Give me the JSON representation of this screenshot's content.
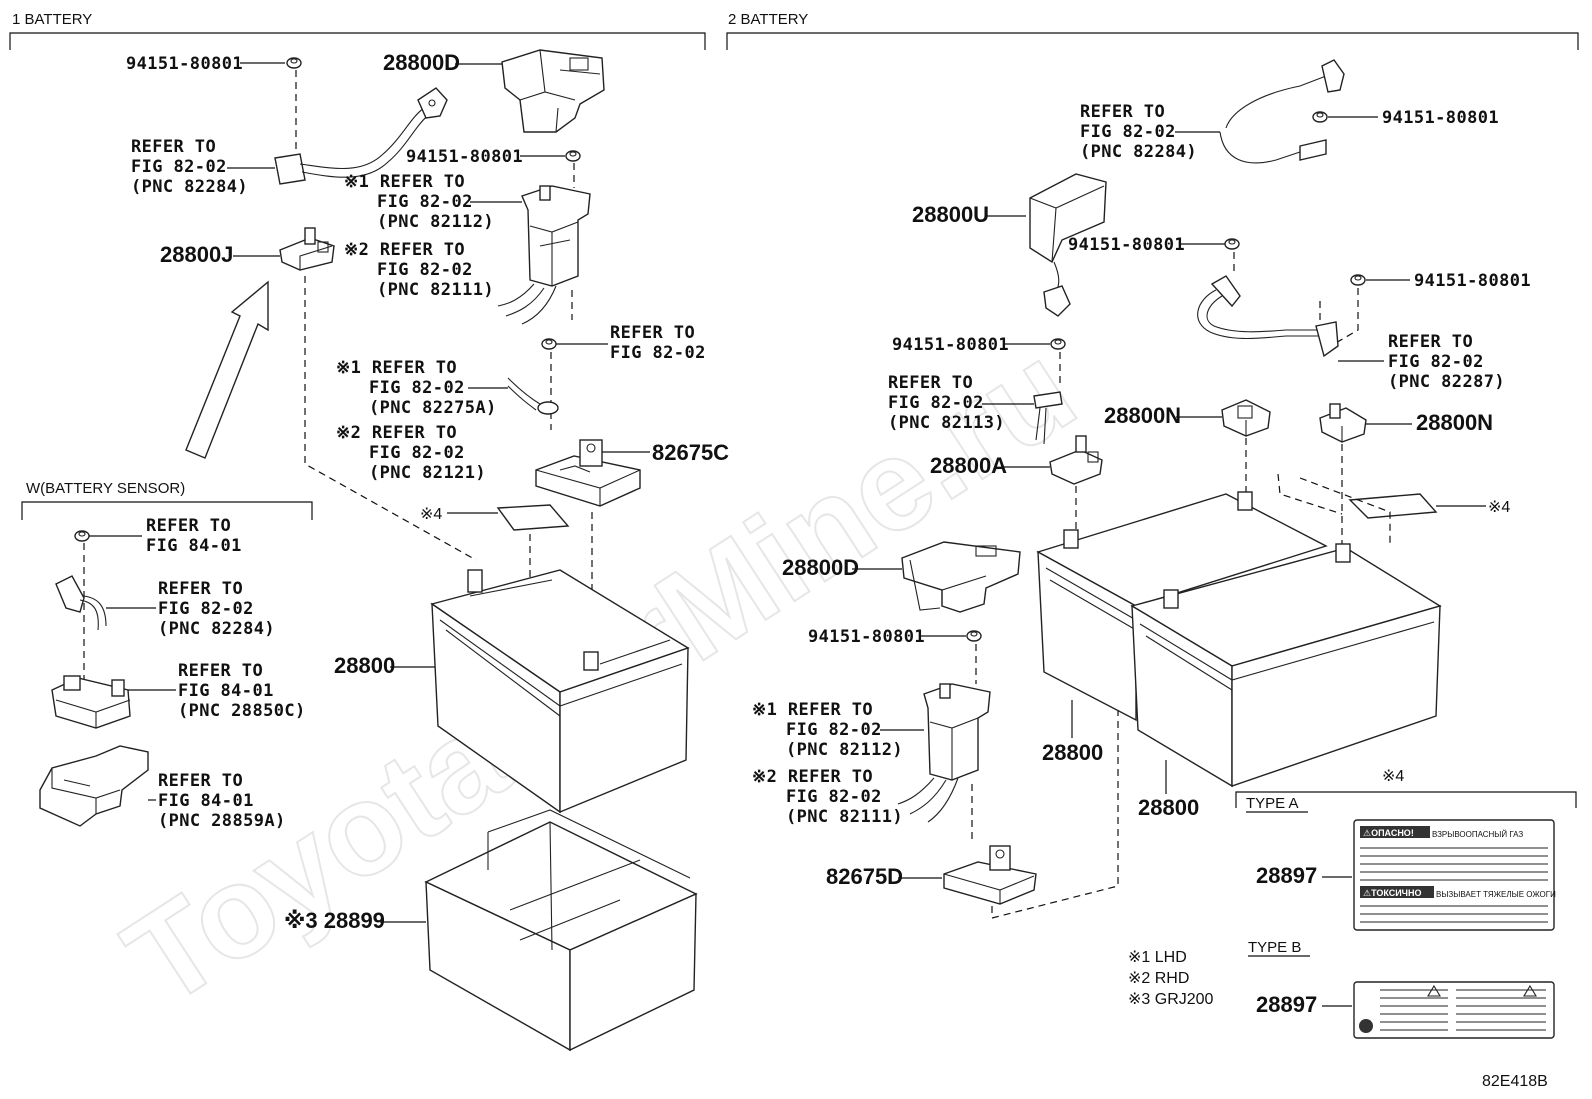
{
  "sections": {
    "battery_1": "1 BATTERY",
    "battery_2": "2 BATTERY",
    "battery_sensor": "W(BATTERY SENSOR)"
  },
  "watermark": "ToyotaCarMine.ru",
  "diagram_code": "82E418B",
  "footnotes": [
    "※1 LHD",
    "※2 RHD",
    "※3 GRJ200"
  ],
  "types": {
    "a": "TYPE A",
    "b": "TYPE B",
    "mark4": "※4"
  },
  "label_a": {
    "top": "⚠ОПАСНО!",
    "top_right": "ВЗРЫВООПАСНЫЙ ГАЗ",
    "mid": "⚠ТОКСИЧНО",
    "mid_right": "ВЫЗЫВАЕТ ТЯЖЕЛЫЕ ОЖОГИ"
  },
  "parts": {
    "nut_1a": "94151-80801",
    "cover_1": "28800D",
    "refer_1_cable": [
      "REFER TO",
      "FIG 82-02",
      "(PNC 82284)"
    ],
    "nut_1b": "94151-80801",
    "refer_1_t1": [
      "※1 REFER TO",
      "FIG 82-02",
      "(PNC 82112)"
    ],
    "refer_1_t2": [
      "※2 REFER TO",
      "FIG 82-02",
      "(PNC 82111)"
    ],
    "clamp_1": "28800J",
    "refer_1_nut": [
      "REFER TO",
      "FIG 82-02"
    ],
    "refer_1_w1": [
      "※1 REFER TO",
      "FIG 82-02",
      "(PNC 82275A)"
    ],
    "refer_1_w2": [
      "※2 REFER TO",
      "FIG 82-02",
      "(PNC 82121)"
    ],
    "holder_1": "82675C",
    "mark4_1": "※4",
    "battery_1": "28800",
    "tray_1": "※3 28899",
    "sensor_nut": [
      "REFER TO",
      "FIG 84-01"
    ],
    "sensor_cable": [
      "REFER TO",
      "FIG 82-02",
      "(PNC 82284)"
    ],
    "sensor_unit": [
      "REFER TO",
      "FIG 84-01",
      "(PNC 28850C)"
    ],
    "sensor_cover": [
      "REFER TO",
      "FIG 84-01",
      "(PNC 28859A)"
    ],
    "refer_2_cable": [
      "REFER TO",
      "FIG 82-02",
      "(PNC 82284)"
    ],
    "nut_2a": "94151-80801",
    "cover_2u": "28800U",
    "nut_2b": "94151-80801",
    "nut_2c": "94151-80801",
    "nut_2d": "94151-80801",
    "refer_2_82287": [
      "REFER TO",
      "FIG 82-02",
      "(PNC 82287)"
    ],
    "refer_2_82113": [
      "REFER TO",
      "FIG 82-02",
      "(PNC 82113)"
    ],
    "clamp_2n_l": "28800N",
    "clamp_2n_r": "28800N",
    "clamp_2a": "28800A",
    "mark4_2": "※4",
    "cover_2d": "28800D",
    "nut_2e": "94151-80801",
    "refer_2_t1": [
      "※1 REFER TO",
      "FIG 82-02",
      "(PNC 82112)"
    ],
    "refer_2_t2": [
      "※2 REFER TO",
      "FIG 82-02",
      "(PNC 82111)"
    ],
    "holder_2": "82675D",
    "battery_2a": "28800",
    "battery_2b": "28800",
    "label_a": "28897",
    "label_b": "28897"
  }
}
